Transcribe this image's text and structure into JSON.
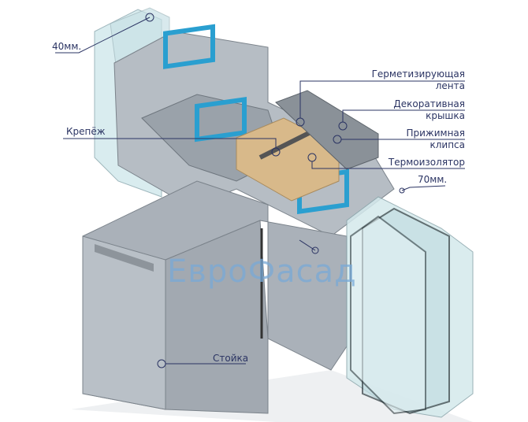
{
  "labels": {
    "width_40": "40мм.",
    "sealing_tape": [
      "Герметизирующая",
      "лента"
    ],
    "decorative_cap": [
      "Декоративная",
      "крышка"
    ],
    "pressure_clip": [
      "Прижимная",
      "клипса"
    ],
    "thermal_insulator": "Термоизолятор",
    "width_70": "70мм.",
    "fastener": "Крепёж",
    "mullion": "Стойка"
  },
  "watermark": "ЕвроФасад",
  "colors": {
    "label": "#2b3463",
    "profile": "#a9b0b8",
    "insulator": "#d8b98a",
    "glass": "#cfe6ea",
    "steel_insert": "#2a9fd0"
  }
}
